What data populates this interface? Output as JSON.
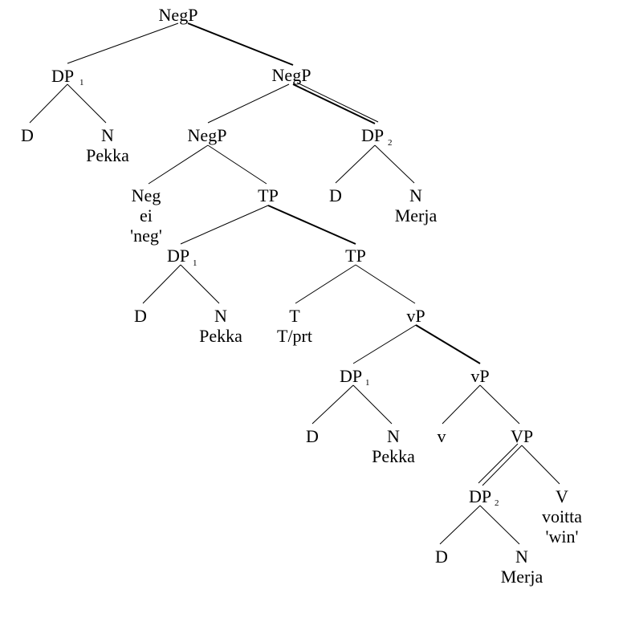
{
  "tree": {
    "nodes": {
      "negp_root": {
        "label": "NegP"
      },
      "dp1_top": {
        "label": "DP",
        "sub": "1"
      },
      "d_top": {
        "label": "D"
      },
      "n_top": {
        "label": "N",
        "word": "Pekka"
      },
      "negp_mid": {
        "label": "NegP"
      },
      "negp_low": {
        "label": "NegP"
      },
      "dp2_top": {
        "label": "DP",
        "sub": "2"
      },
      "d_dp2": {
        "label": "D"
      },
      "n_dp2": {
        "label": "N",
        "word": "Merja"
      },
      "neg": {
        "label": "Neg",
        "word": "ei",
        "gloss": "'neg'"
      },
      "tp_high": {
        "label": "TP"
      },
      "dp1_spec_tp": {
        "label": "DP",
        "sub": "1"
      },
      "d_spec_tp": {
        "label": "D"
      },
      "n_spec_tp": {
        "label": "N",
        "word": "Pekka"
      },
      "tp_bar": {
        "label": "TP"
      },
      "t_head": {
        "label": "T",
        "word": "T/prt"
      },
      "vp_little_high": {
        "label": "vP"
      },
      "dp1_spec_vp": {
        "label": "DP",
        "sub": "1"
      },
      "d_spec_vp": {
        "label": "D"
      },
      "n_spec_vp": {
        "label": "N",
        "word": "Pekka"
      },
      "vp_little_bar": {
        "label": "vP"
      },
      "v_little": {
        "label": "v"
      },
      "vp_big": {
        "label": "VP"
      },
      "dp2_low": {
        "label": "DP",
        "sub": "2"
      },
      "d_low": {
        "label": "D"
      },
      "n_low": {
        "label": "N",
        "word": "Merja"
      },
      "v_big": {
        "label": "V",
        "word": "voitta",
        "gloss": "'win'"
      }
    }
  }
}
